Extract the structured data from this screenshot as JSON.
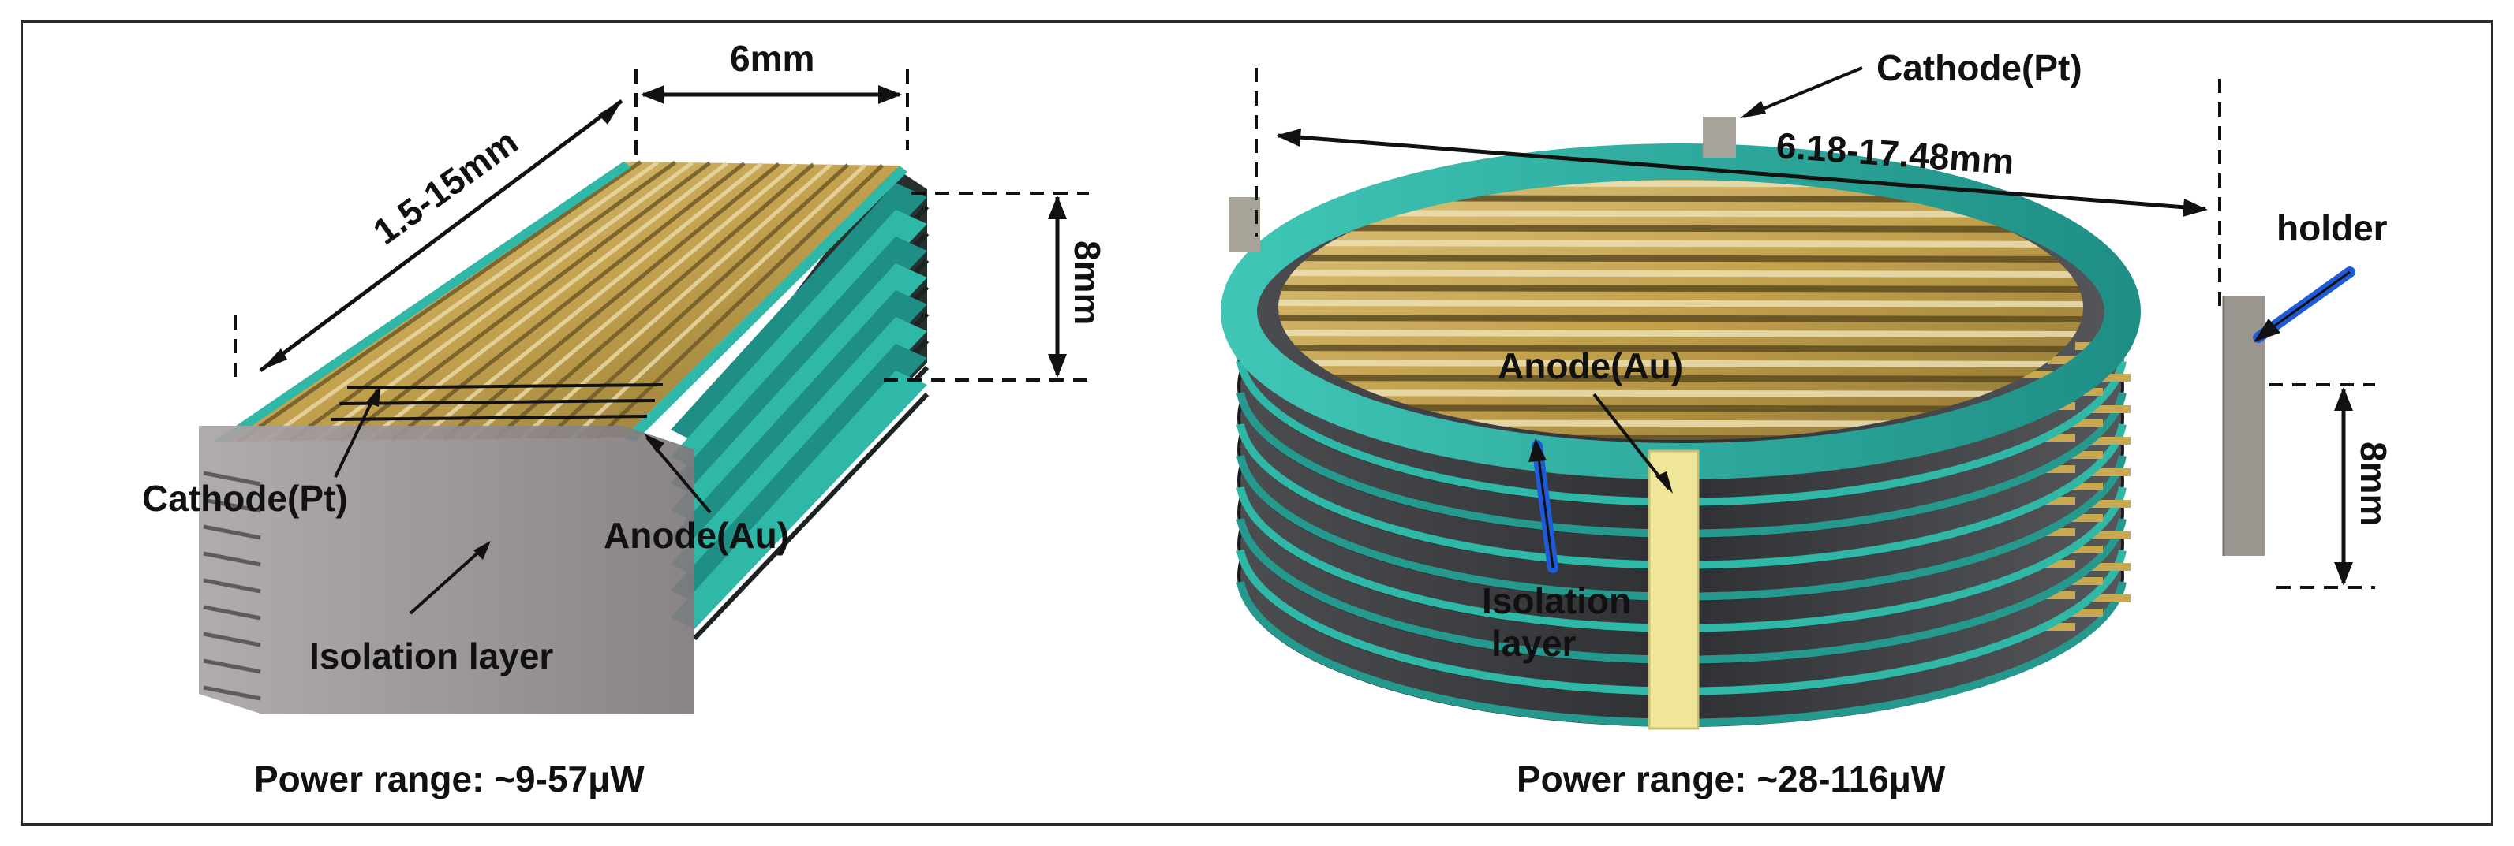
{
  "left_device": {
    "length_label": "1.5-15mm",
    "width_label": "6mm",
    "height_label": "8mm",
    "cathode_label": "Cathode(Pt)",
    "anode_label": "Anode(Au)",
    "isolation_label": "Isolation layer",
    "power_label": "Power range: ~9-57μW"
  },
  "right_device": {
    "cathode_label": "Cathode(Pt)",
    "diameter_label": "6.18-17.48mm",
    "holder_label": "holder",
    "anode_label": "Anode(Au)",
    "isolation_label_line1": "Isolation",
    "isolation_label_line2": "layer",
    "height_label": "8mm",
    "power_label": "Power range: ~28-116μW"
  },
  "colors": {
    "teal": "#2fb7a8",
    "gold": "#c8a952",
    "gray": "#8f8a8d",
    "dark": "#3a3a3c",
    "highlight_blue": "#1f5bd8",
    "holder_yellow": "#efe69a"
  }
}
